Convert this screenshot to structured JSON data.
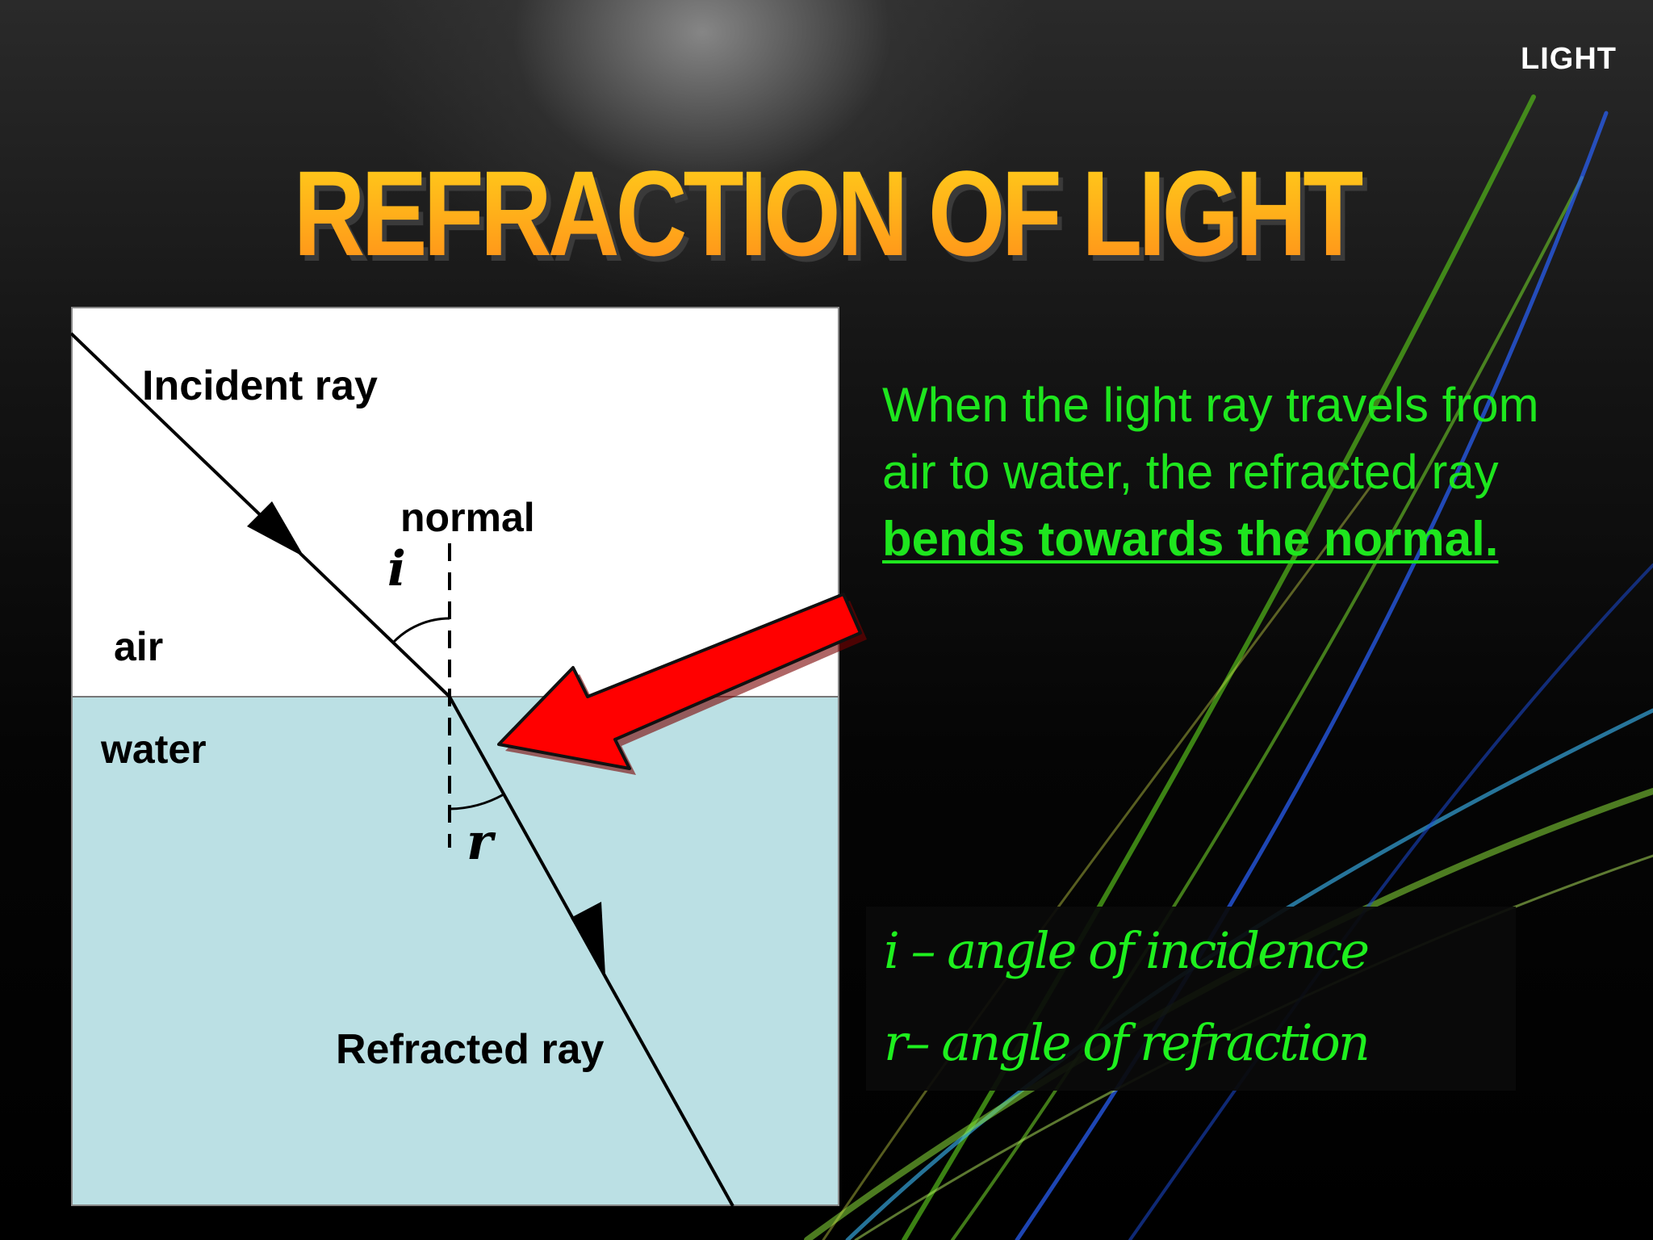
{
  "slide": {
    "corner_label": "LIGHT",
    "title": "REFRACTION OF LIGHT"
  },
  "diagram": {
    "labels": {
      "incident_ray": "Incident ray",
      "normal": "normal",
      "angle_i": "i",
      "air": "air",
      "water": "water",
      "angle_r": "r",
      "refracted_ray": "Refracted ray"
    },
    "colors": {
      "air": "#ffffff",
      "water": "#bbe0e4",
      "arrow": "#ff0000"
    }
  },
  "explanation": {
    "text": "When the light ray travels from air to water, the refracted ray ",
    "emphasis": "bends towards the normal."
  },
  "legend": {
    "incidence": "i – angle of incidence",
    "refraction": "r– angle of refraction"
  },
  "colors": {
    "title_gradient_top": "#ffd21a",
    "title_gradient_bottom": "#ff8a1a",
    "text_green": "#1ee61e",
    "background": "#000000"
  }
}
